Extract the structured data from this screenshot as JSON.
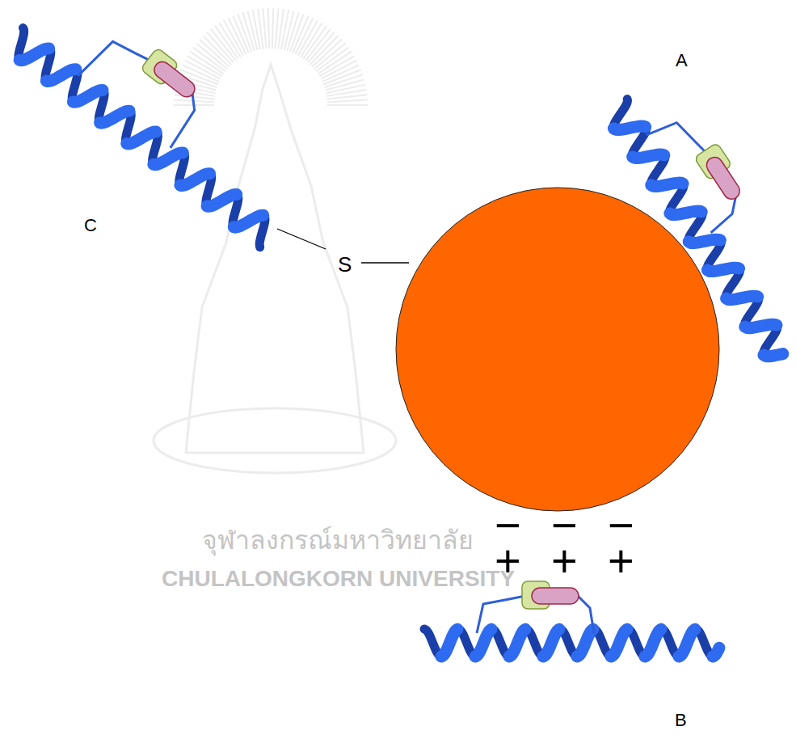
{
  "diagram": {
    "labels": [
      "A",
      "B",
      "C",
      "S",
      "−",
      "−",
      "−",
      "+",
      "+",
      "+",
      "จุฬาลงกรณ์มหาวิทยาลัย",
      "CHULALONGKORN UNIVERSITY"
    ]
  }
}
